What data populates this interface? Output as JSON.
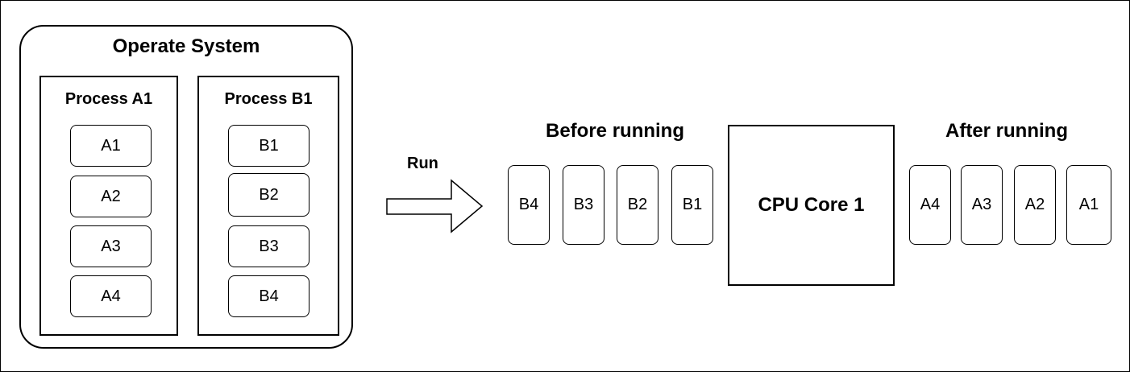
{
  "os": {
    "title": "Operate System",
    "process_a": {
      "title": "Process A1",
      "items": [
        "A1",
        "A2",
        "A3",
        "A4"
      ]
    },
    "process_b": {
      "title": "Process B1",
      "items": [
        "B1",
        "B2",
        "B3",
        "B4"
      ]
    }
  },
  "run_label": "Run",
  "before": {
    "title": "Before running",
    "items": [
      "B4",
      "B3",
      "B2",
      "B1"
    ]
  },
  "cpu": {
    "label": "CPU Core 1"
  },
  "after": {
    "title": "After running",
    "items": [
      "A4",
      "A3",
      "A2",
      "A1"
    ]
  }
}
